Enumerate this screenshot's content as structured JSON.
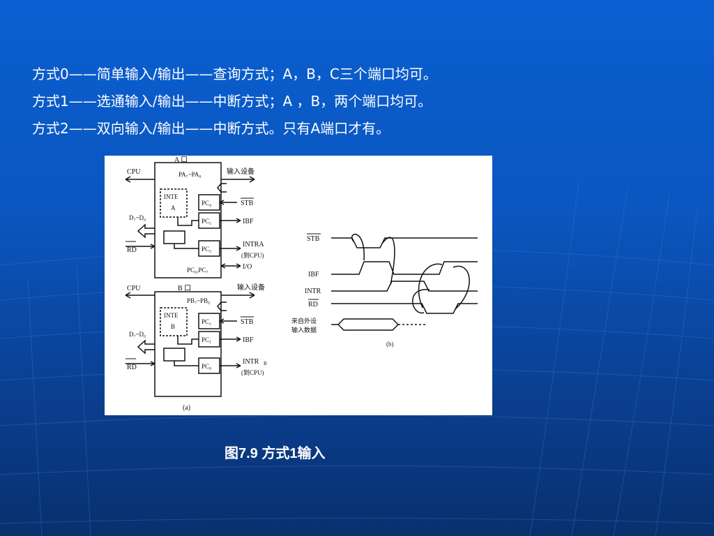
{
  "lines": [
    "方式0——简单输入/输出——查询方式；A，B，C三个端口均可。",
    "方式1——选通输入/输出——中断方式；A ，B，两个端口均可。",
    "方式2——双向输入/输出——中断方式。只有A端口才有。"
  ],
  "figure": {
    "a": {
      "port_a_title": "A 口",
      "cpu_label": "CPU",
      "input_device_label": "输入设备",
      "pa_bus": "PA₇~PA₀",
      "inte": "INTE",
      "inte_port": "A",
      "pc4": "PC₄",
      "pc5": "PC₅",
      "pc3": "PC₃",
      "stb": "STB",
      "ibf": "IBF",
      "intra": "INTRA",
      "to_cpu": "(到CPU)",
      "d_bus": "D₇~D₀",
      "rd": "RD",
      "pc67": "PC₆,PC₇",
      "io": "I/O",
      "port_b_title": "B 口",
      "pb_bus": "PB₇~PB₀",
      "inte_b_port": "B",
      "pc2": "PC₂",
      "pc1": "PC₁",
      "pc0": "PC₀",
      "intrb": "INTR",
      "intrb_sub": "B",
      "sub_label": "(a)"
    },
    "b": {
      "stb": "STB",
      "ibf": "IBF",
      "intr": "INTR",
      "rd": "RD",
      "ext_data_1": "来自外设",
      "ext_data_2": "输入数据",
      "sub_label": "(b)"
    }
  },
  "caption": "图7.9 方式1输入"
}
